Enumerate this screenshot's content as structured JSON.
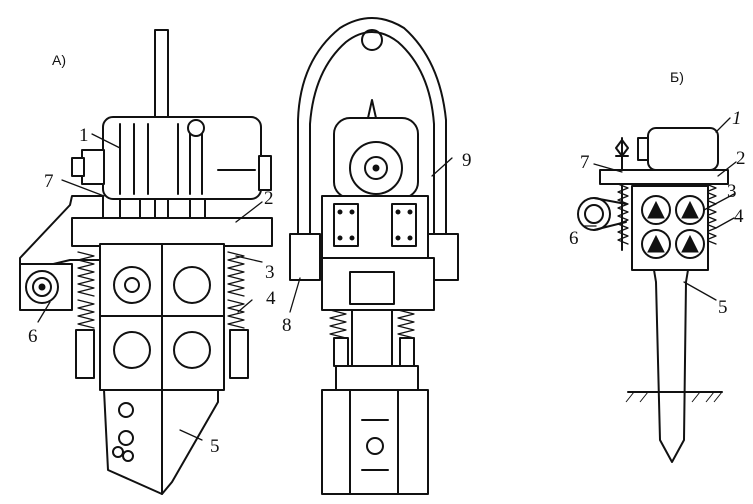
{
  "figure": {
    "panels": [
      {
        "id": "A",
        "label": "А)"
      },
      {
        "id": "B",
        "label": "Б)"
      }
    ],
    "callouts_a": [
      {
        "id": "1",
        "text": "1"
      },
      {
        "id": "2",
        "text": "2"
      },
      {
        "id": "3",
        "text": "3"
      },
      {
        "id": "4",
        "text": "4"
      },
      {
        "id": "5",
        "text": "5"
      },
      {
        "id": "6",
        "text": "6"
      },
      {
        "id": "7",
        "text": "7"
      }
    ],
    "callouts_side": [
      {
        "id": "8",
        "text": "8"
      },
      {
        "id": "9",
        "text": "9"
      }
    ],
    "callouts_b": [
      {
        "id": "1",
        "text": "1"
      },
      {
        "id": "2",
        "text": "2"
      },
      {
        "id": "3",
        "text": "3"
      },
      {
        "id": "4",
        "text": "4"
      },
      {
        "id": "5",
        "text": "5"
      },
      {
        "id": "6",
        "text": "6"
      },
      {
        "id": "7",
        "text": "7"
      }
    ]
  }
}
